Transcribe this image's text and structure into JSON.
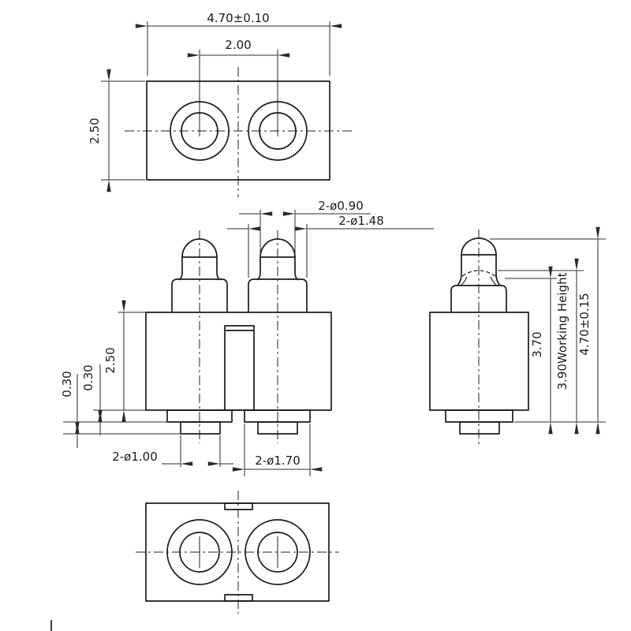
{
  "drawing": {
    "background": "#ffffff",
    "line_color": "#1b1b1b",
    "dim_color": "#2b2b2b",
    "labels": {
      "top_width": "4.70±0.10",
      "pin_pitch": "2.00",
      "top_depth": "2.50",
      "plunger_dia": "2-ø0.90",
      "barrel_dia": "2-ø1.48",
      "body_height": "2.50",
      "flange_step": "0.30",
      "tail_step": "0.30",
      "tail_tip_dia": "2-ø1.00",
      "tail_base_dia": "2-ø1.70",
      "exposed_height": "3.70",
      "working_height": "3.90Working Height",
      "overall_height": "4.70±0.15"
    }
  }
}
